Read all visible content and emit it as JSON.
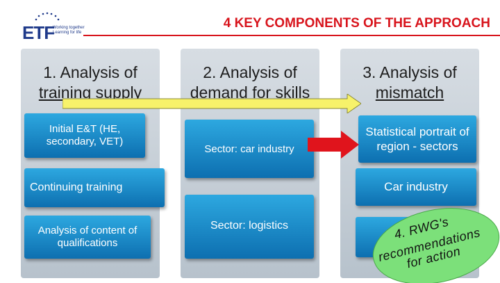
{
  "header": {
    "logo_text": "ETF",
    "logo_sub": "Working together Learning for life",
    "title": "4 KEY COMPONENTS OF THE APPROACH"
  },
  "columns": [
    {
      "heading_prefix": "1. Analysis of",
      "heading_underlined": "training supply",
      "boxes": [
        "Initial E&T (HE, secondary, VET)",
        "Continuing training",
        "Analysis of content of qualifications"
      ]
    },
    {
      "heading_prefix": "2. Analysis of",
      "heading_underlined": "demand",
      "heading_suffix": " for skills",
      "boxes": [
        "Sector: car industry",
        "Sector: logistics"
      ]
    },
    {
      "heading_prefix": "3. Analysis of",
      "heading_underlined": "mismatch",
      "boxes": [
        "Statistical portrait of region - sectors",
        "Car industry"
      ]
    }
  ],
  "bubble": {
    "line1": "4. RWG's",
    "line2": "recommendations",
    "line3": "for action"
  },
  "colors": {
    "title": "#d8141c",
    "box": "#1a8ccf",
    "arrow_yellow": "#f7f26a",
    "arrow_red": "#e0141c",
    "bubble": "#7ce07a"
  }
}
